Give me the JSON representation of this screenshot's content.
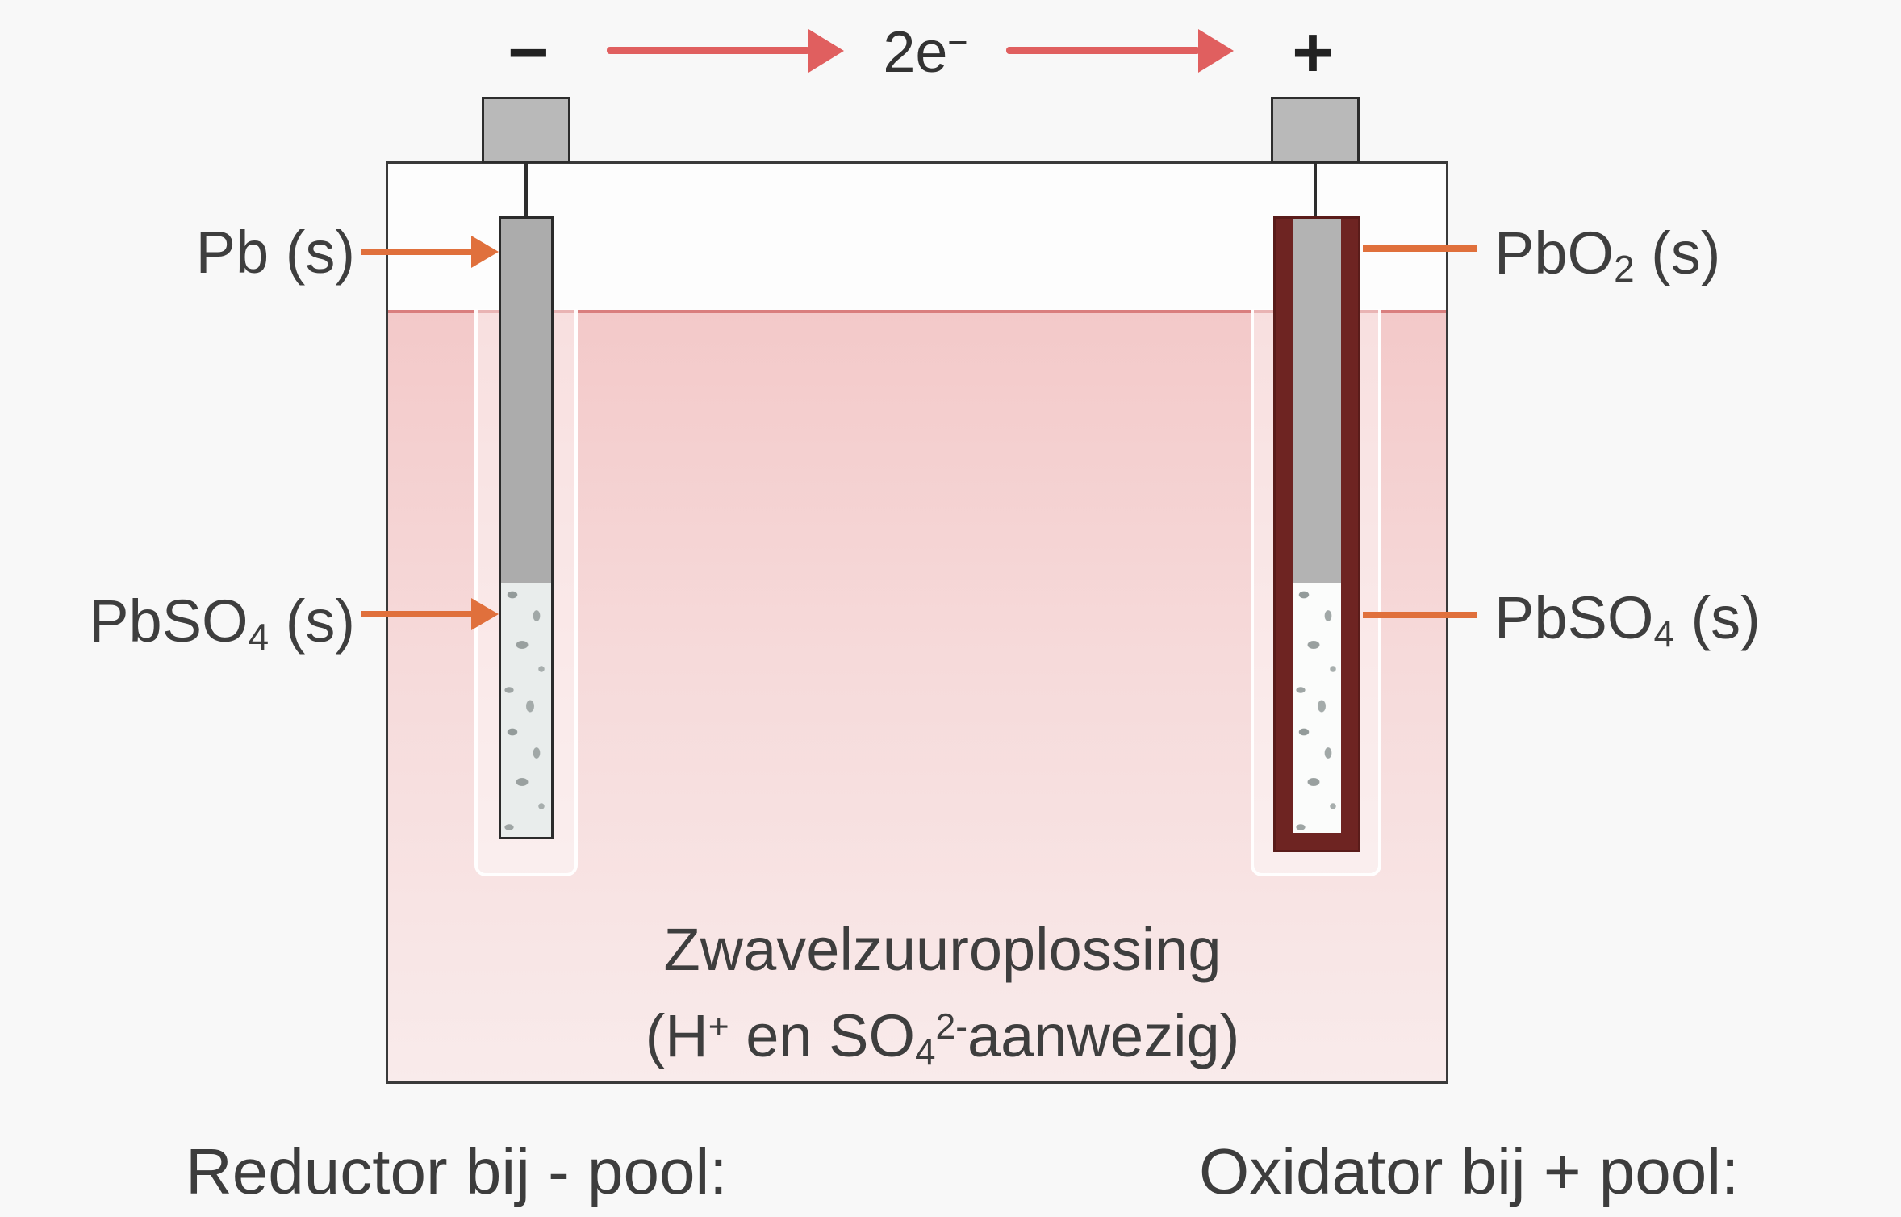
{
  "colors": {
    "background": "#f8f8f8",
    "vessel_border": "#3a3a3a",
    "liquid_top": "#f3c9c9",
    "liquid_bottom": "#f9ebeb",
    "surface_line": "#d97e7e",
    "terminal_gray": "#b9b9b9",
    "electrode_gray": "#acacac",
    "lead_dioxide_maroon": "#6e2422",
    "electron_arrow_red": "#e05f5f",
    "label_pointer_orange": "#e0703c",
    "text": "#3e3e3e"
  },
  "icons": {
    "electron_flow_arrow_left": "red-right-arrow",
    "electron_flow_arrow_right": "red-right-arrow",
    "pb_pointer": "orange-right-arrow",
    "pbso4_left_pointer": "orange-right-arrow",
    "pbo2_pointer": "orange-line",
    "pbso4_right_pointer": "orange-line"
  },
  "header": {
    "minus_symbol": "−",
    "electron_label": {
      "base": "2e",
      "sup": "−"
    },
    "plus_symbol": "+"
  },
  "electrode_labels": {
    "pb": {
      "text": "Pb (s)"
    },
    "pbso4_left": {
      "pre": "PbSO",
      "sub": "4",
      "post": " (s)"
    },
    "pbo2": {
      "pre": "PbO",
      "sub": "2",
      "post": " (s)"
    },
    "pbso4_right": {
      "pre": "PbSO",
      "sub": "4",
      "post": " (s)"
    }
  },
  "solution": {
    "line1": "Zwavelzuuroplossing",
    "line2": {
      "p1": "(H",
      "sup1": "+",
      "p2": " en SO",
      "sub1": "4",
      "sup2": "2-",
      "p3": "aanwezig)"
    }
  },
  "footer": {
    "left": "Reductor bij - pool:",
    "right": "Oxidator bij + pool:"
  }
}
